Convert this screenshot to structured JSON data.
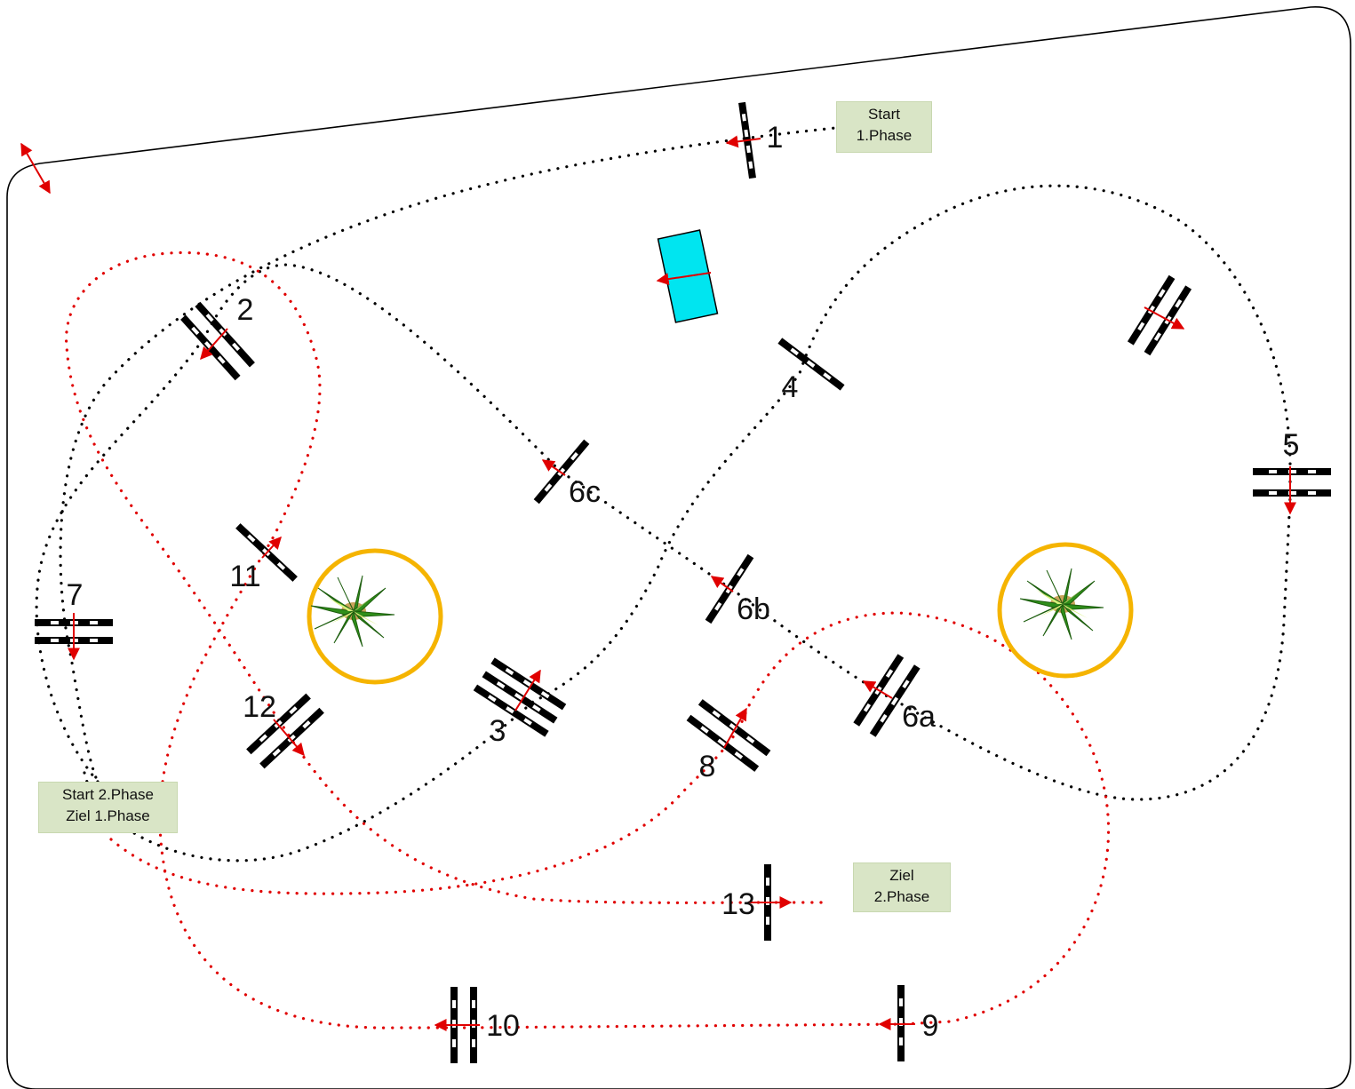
{
  "labels": {
    "start1": [
      "Start",
      "1.Phase"
    ],
    "start2": [
      "Start 2.Phase",
      "Ziel 1.Phase"
    ],
    "ziel2": [
      "Ziel",
      "2.Phase"
    ]
  },
  "obstacles": {
    "o1": "1",
    "o2": "2",
    "o3": "3",
    "o4": "4",
    "o5": "5",
    "o6a": "6a",
    "o6b": "6b",
    "o6c": "6c",
    "o7": "7",
    "o8": "8",
    "o9": "9",
    "o10": "10",
    "o11": "11",
    "o12": "12",
    "o13": "13"
  },
  "colors": {
    "phase1_route": "#000000",
    "phase2_route": "#e00000",
    "direction_arrow": "#e00000",
    "water_tray": "#00e5f0",
    "decoration_ring": "#f5b400",
    "label_fill": "#d9e5c6"
  }
}
